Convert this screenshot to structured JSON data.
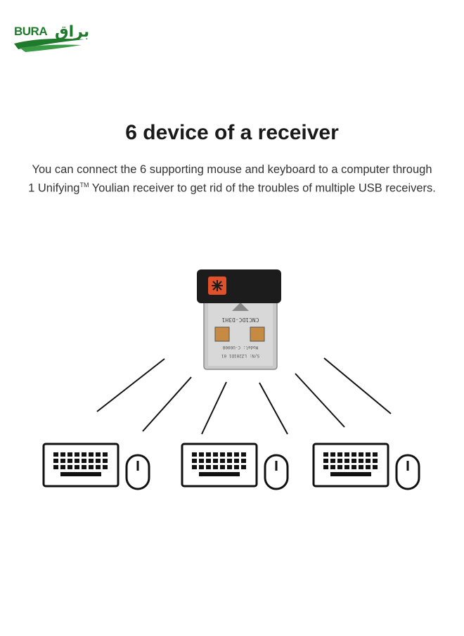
{
  "brand": {
    "latin_text": "BURA",
    "arabic_text": "براق",
    "color": "#1f7a2b"
  },
  "heading": {
    "title": "6 device of a receiver",
    "line1": "You can connect the 6 supporting mouse and keyboard to a computer through",
    "line2_prefix": "1 Unifying",
    "line2_tm": "TM",
    "line2_suffix": " Youlian receiver to get rid of the troubles of multiple USB receivers."
  },
  "receiver": {
    "label_top": "CNC1DC-D3H1",
    "label_model": "Model: C-U0008",
    "label_serial": "S/N: LZ201D1 01",
    "cap_color": "#1c1c1c",
    "logo_color": "#e0502a"
  },
  "devices": [
    {
      "keyboard": "keyboard-icon",
      "mouse": "mouse-icon"
    },
    {
      "keyboard": "keyboard-icon",
      "mouse": "mouse-icon"
    },
    {
      "keyboard": "keyboard-icon",
      "mouse": "mouse-icon"
    }
  ]
}
